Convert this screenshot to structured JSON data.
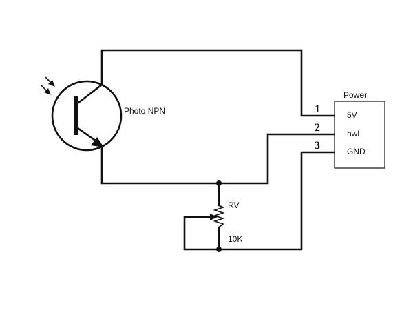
{
  "transistor": {
    "label": "Photo NPN"
  },
  "power": {
    "title": "Power",
    "pins": [
      {
        "number": "1",
        "name": "5V"
      },
      {
        "number": "2",
        "name": "hwl"
      },
      {
        "number": "3",
        "name": "GND"
      }
    ]
  },
  "potentiometer": {
    "name": "RV",
    "value": "10K"
  },
  "icons": {
    "light": "light-arrows-icon"
  }
}
